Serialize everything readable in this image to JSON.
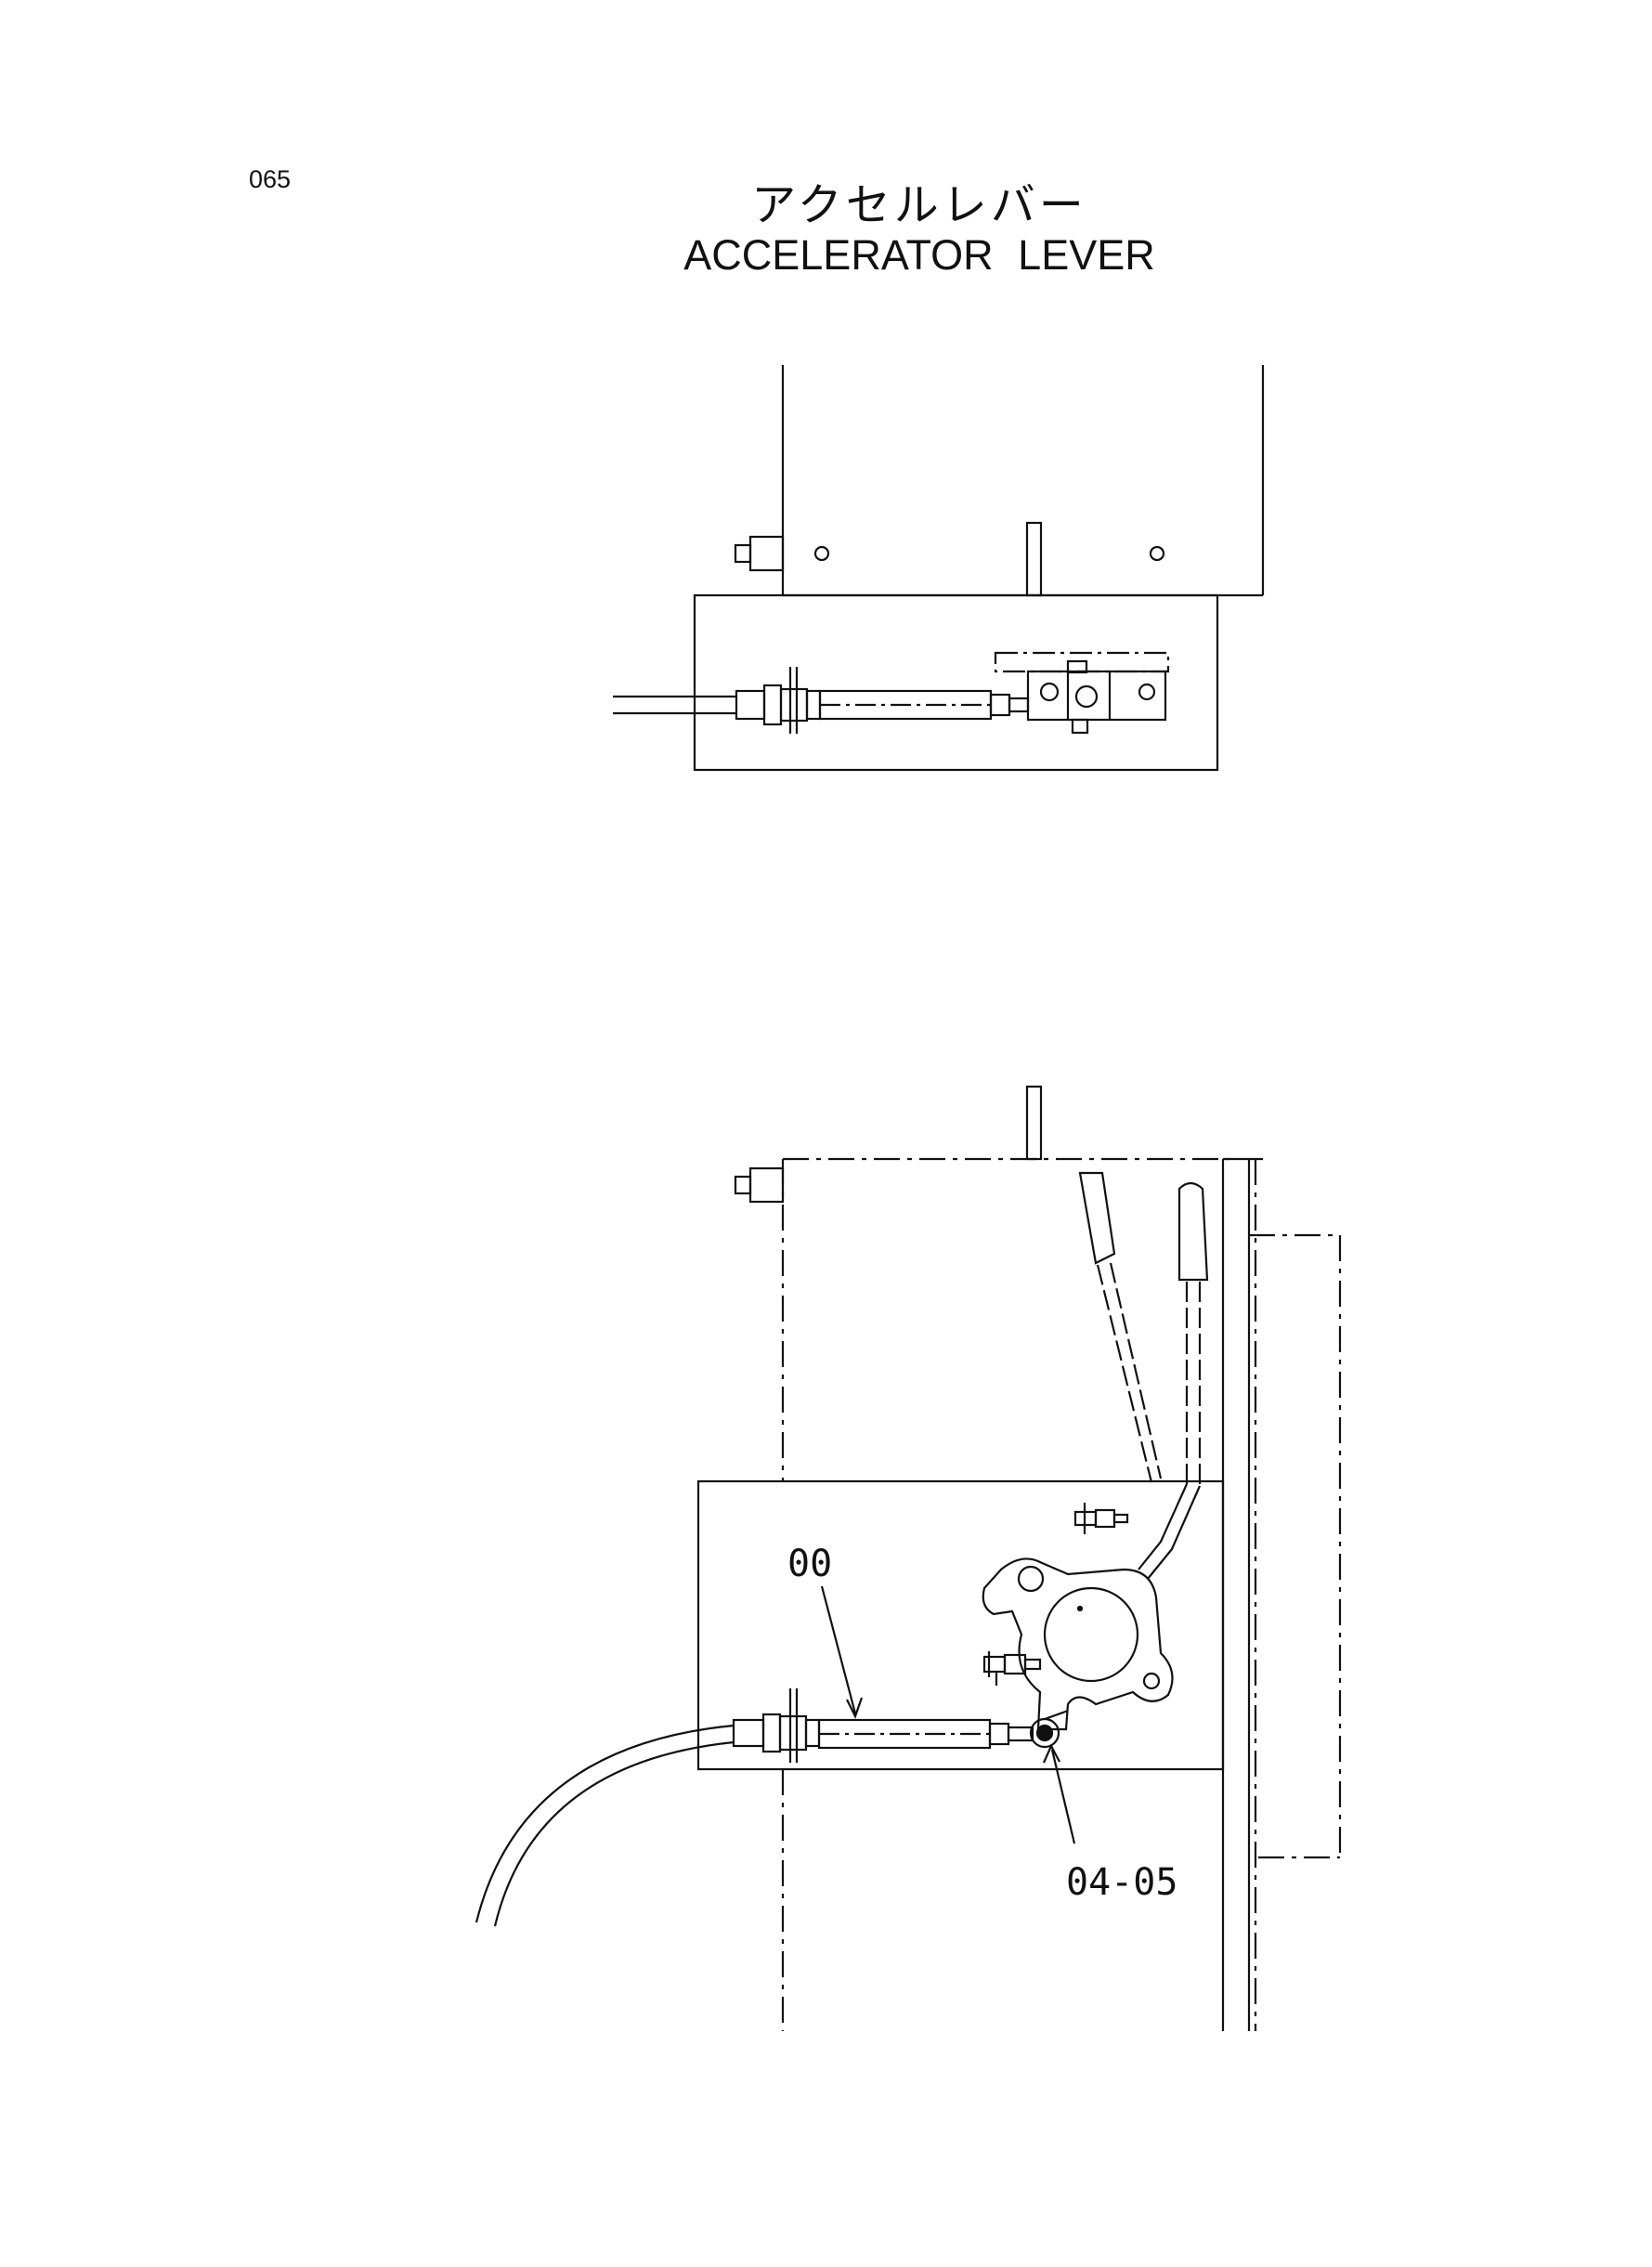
{
  "page": {
    "number": "065"
  },
  "title": {
    "japanese": "アクセルレバー",
    "english": "ACCELERATOR  LEVER"
  },
  "callouts": [
    {
      "label": "00"
    },
    {
      "label": "04-05"
    }
  ]
}
